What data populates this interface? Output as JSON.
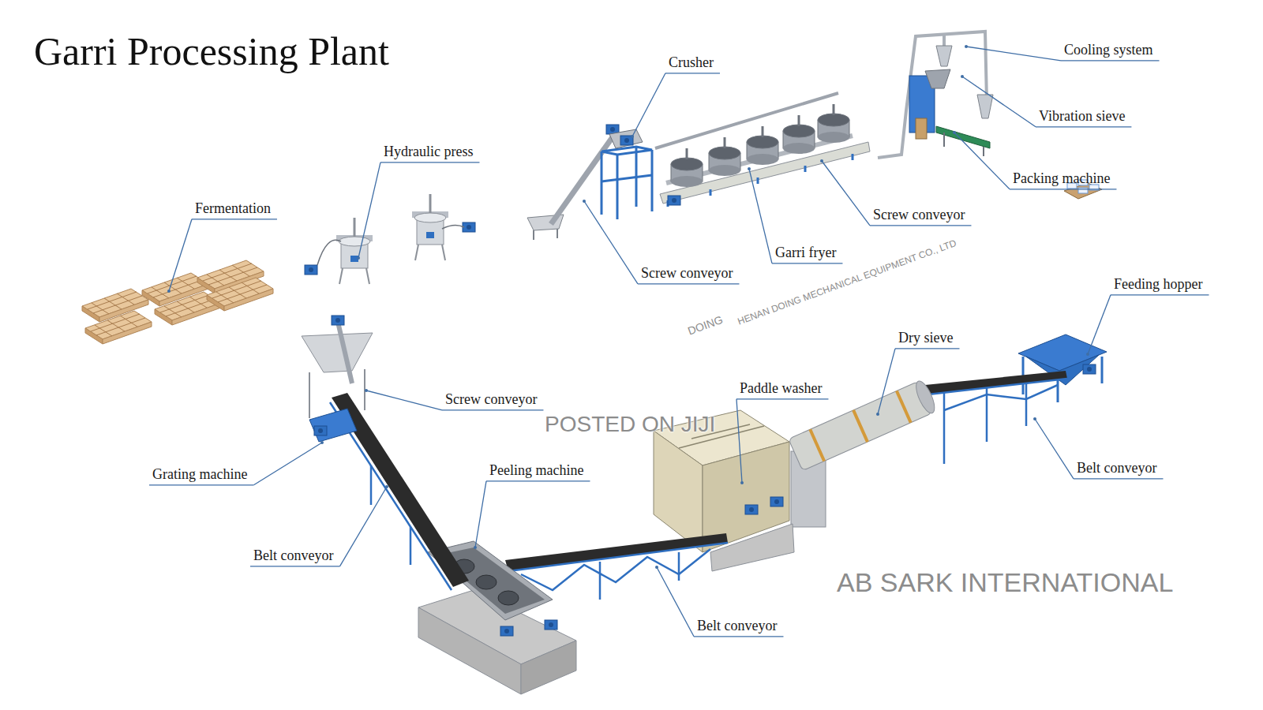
{
  "diagram": {
    "title": "Garri Processing Plant",
    "labels": [
      "Crusher",
      "Cooling system",
      "Hydraulic press",
      "Vibration sieve",
      "Packing machine",
      "Fermentation",
      "Screw conveyor",
      "Garri fryer",
      "Screw conveyor",
      "Feeding hopper",
      "Dry sieve",
      "Paddle washer",
      "Screw conveyor",
      "Peeling machine",
      "Grating machine",
      "Belt conveyor",
      "Belt conveyor",
      "Belt conveyor",
      "POSTED ON JIJI",
      "AB SARK INTERNATIONAL",
      "DOING",
      "HENAN DOING MECHANICAL EQUIPMENT CO., LTD"
    ]
  }
}
